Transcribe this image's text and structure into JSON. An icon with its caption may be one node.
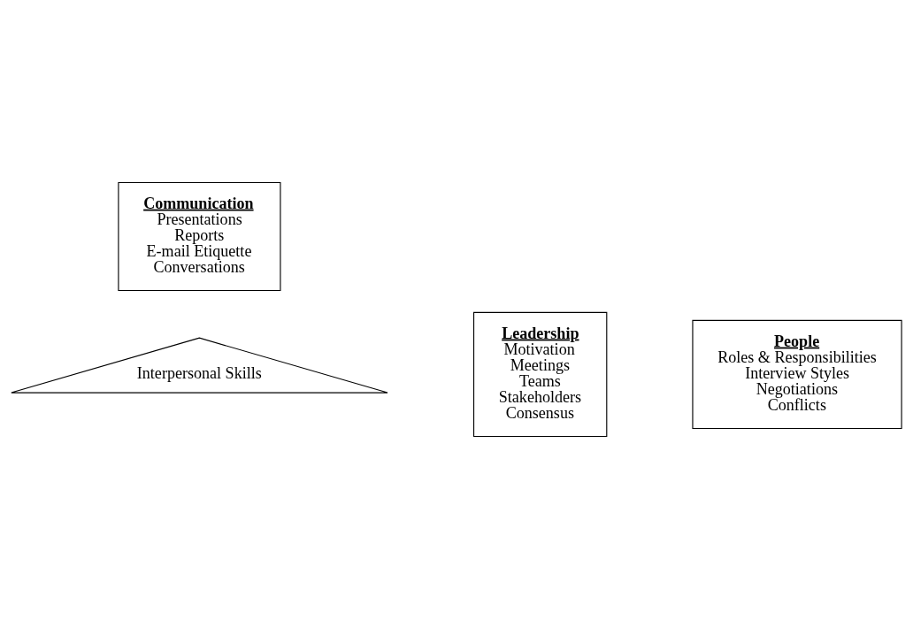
{
  "diagram": {
    "nodes": [
      {
        "text": [
          "Communication",
          "Presentations",
          "Reports",
          "E-mail Etiquette",
          "Conversations"
        ]
      },
      {
        "text": [
          "Interpersonal Skills"
        ]
      },
      {
        "text": [
          "People",
          "Roles & Responsibilities",
          "Interview Styles",
          "Negotiations",
          "Conflicts"
        ]
      },
      {
        "text": [
          "Leadership",
          "Motivation",
          "Meetings",
          "Teams",
          "Stakeholders",
          "Consensus"
        ]
      }
    ]
  }
}
